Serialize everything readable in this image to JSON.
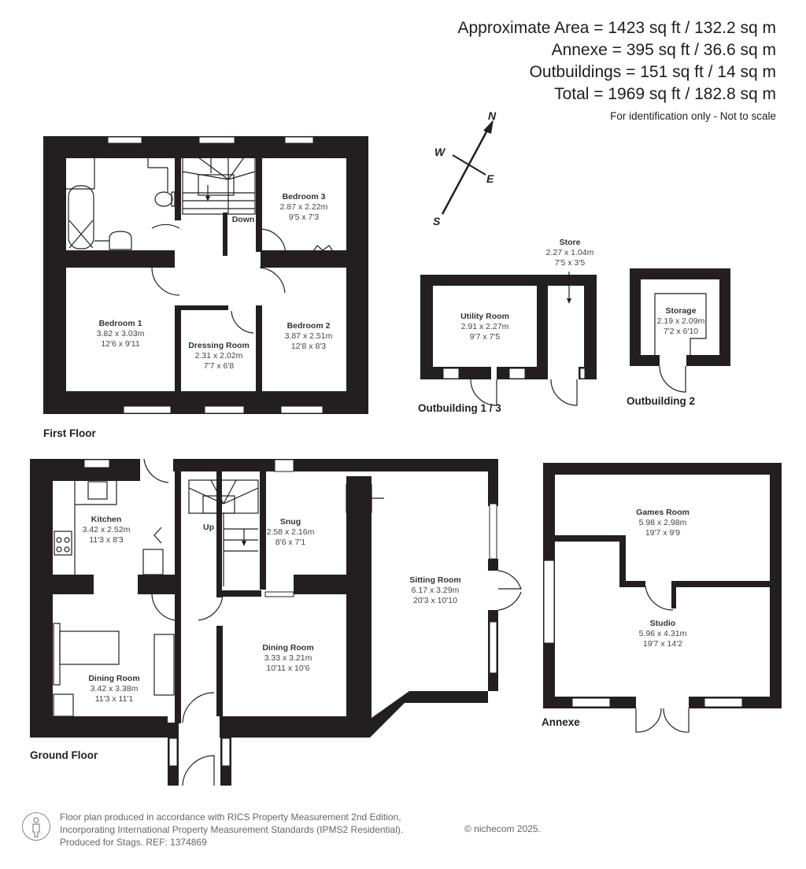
{
  "header": {
    "area_lines": [
      "Approximate Area = 1423 sq ft / 132.2 sq m",
      "Annexe  = 395 sq ft / 36.6 sq m",
      "Outbuildings = 151 sq ft / 14 sq m",
      "Total = 1969 sq ft / 182.8 sq m"
    ],
    "note": "For identification only - Not to scale"
  },
  "compass": {
    "n": "N",
    "s": "S",
    "e": "E",
    "w": "W"
  },
  "floors": {
    "first_floor": {
      "label": "First Floor",
      "stairs_label": "Down",
      "rooms": [
        {
          "name": "Bedroom 3",
          "metric": "2.87 x 2.22m",
          "imperial": "9'5 x 7'3"
        },
        {
          "name": "Bedroom 1",
          "metric": "3.82 x 3.03m",
          "imperial": "12'6 x 9'11"
        },
        {
          "name": "Dressing Room",
          "metric": "2.31 x 2.02m",
          "imperial": "7'7 x 6'8"
        },
        {
          "name": "Bedroom 2",
          "metric": "3.87 x 2.51m",
          "imperial": "12'8 x 8'3"
        }
      ]
    },
    "outbuilding_1_3": {
      "label": "Outbuilding 1 / 3",
      "rooms": [
        {
          "name": "Utility Room",
          "metric": "2.91 x 2.27m",
          "imperial": "9'7 x 7'5"
        },
        {
          "name": "Store",
          "metric": "2.27 x 1.04m",
          "imperial": "7'5 x 3'5"
        }
      ]
    },
    "outbuilding_2": {
      "label": "Outbuilding 2",
      "rooms": [
        {
          "name": "Storage",
          "metric": "2.19 x 2.09m",
          "imperial": "7'2 x 6'10"
        }
      ]
    },
    "ground_floor": {
      "label": "Ground Floor",
      "stairs_label": "Up",
      "rooms": [
        {
          "name": "Kitchen",
          "metric": "3.42 x 2.52m",
          "imperial": "11'3 x 8'3"
        },
        {
          "name": "Snug",
          "metric": "2.58 x 2.16m",
          "imperial": "8'6 x 7'1"
        },
        {
          "name": "Sitting Room",
          "metric": "6.17 x 3.29m",
          "imperial": "20'3 x 10'10"
        },
        {
          "name": "Dining Room",
          "metric": "3.42 x 3.38m",
          "imperial": "11'3 x 11'1"
        },
        {
          "name": "Dining Room",
          "metric": "3.33 x 3.21m",
          "imperial": "10'11 x 10'6"
        }
      ]
    },
    "annexe": {
      "label": "Annexe",
      "rooms": [
        {
          "name": "Games Room",
          "metric": "5.98 x 2.98m",
          "imperial": "19'7 x 9'9"
        },
        {
          "name": "Studio",
          "metric": "5.96 x 4.31m",
          "imperial": "19'7 x 14'2"
        }
      ]
    }
  },
  "footer": {
    "lines": [
      "Floor plan produced in accordance with RICS Property Measurement 2nd Edition,",
      "Incorporating International Property Measurement Standards (IPMS2 Residential).",
      "Produced for Stags.   REF: 1374869"
    ],
    "copyright": "© nichecom 2025."
  }
}
